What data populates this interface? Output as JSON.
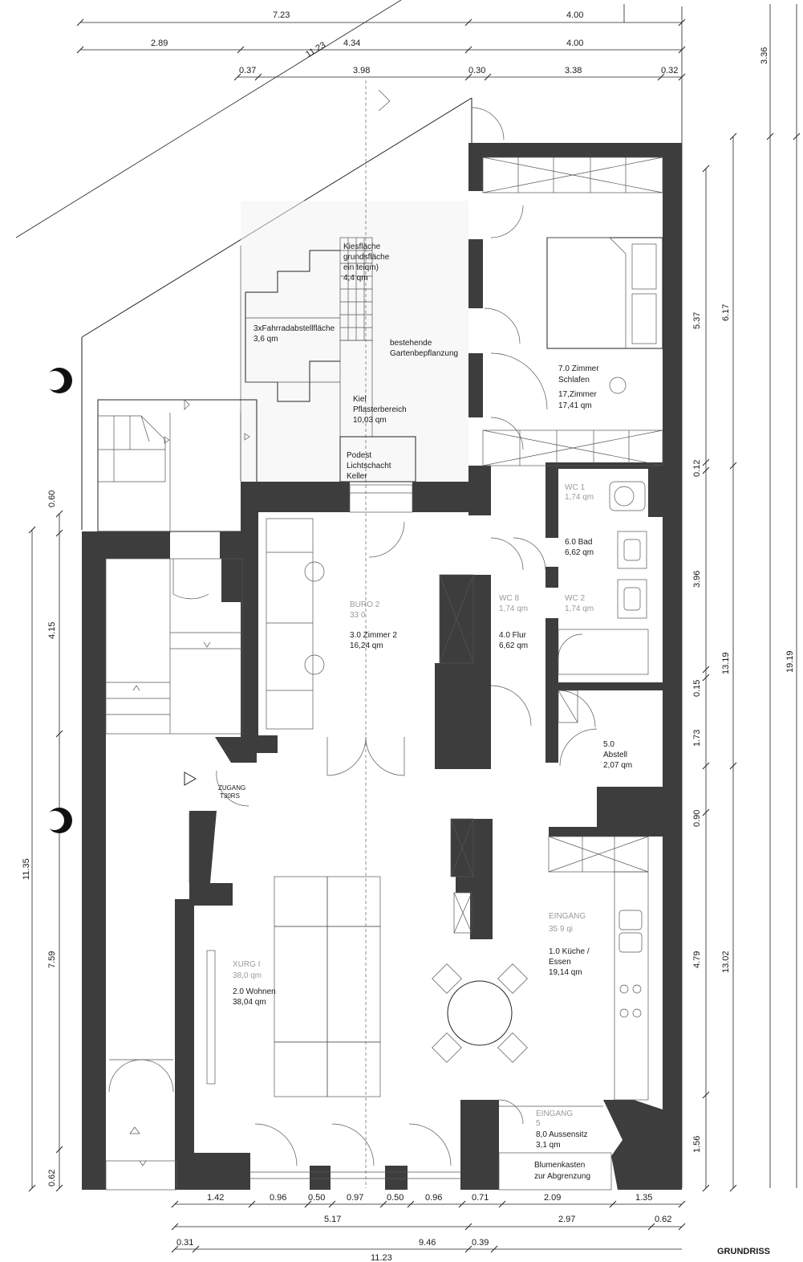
{
  "drawing": {
    "title": "GRUNDRISS"
  },
  "rooms": {
    "schlafen": {
      "name": "7.0 Zimmer Schlafen",
      "line1": "7.0 Zimmer",
      "line2": "Schlafen",
      "line3": "17,Zimmer",
      "area": "17,41 qm"
    },
    "wc1": {
      "name": "WC 1",
      "area": "1,74 qm"
    },
    "bad": {
      "name": "6.0 Bad",
      "area": "6,62 qm"
    },
    "wc2": {
      "name": "WC 2",
      "area": "1,74 qm"
    },
    "wc_ghost": {
      "name": "WC 8",
      "area": "1,74 qm"
    },
    "flur": {
      "name": "4.0 Flur",
      "area": "6,62 qm"
    },
    "zimmer2": {
      "name": "3.0 Zimmer 2",
      "area": "16,24 qm",
      "ghost_name": "BURO 2",
      "ghost_area": "33 0"
    },
    "abstell": {
      "name": "5.0 Abstell",
      "line1": "5.0",
      "line2": "Abstell",
      "area": "2,07 qm"
    },
    "kueche": {
      "line1": "1.0 Küche /",
      "line2": "Essen",
      "area": "19,14 qm",
      "ghost_name": "EINGANG",
      "ghost_area": "35 9 qi"
    },
    "wohnen": {
      "name": "2.0 Wohnen",
      "area": "38,04 qm",
      "ghost_name": "XURG I",
      "ghost_area": "38,0 qm"
    },
    "aussensitz": {
      "name": "8,0 Aussensitz",
      "area": "3,1 qm",
      "ghost_name": "EINGANG",
      "ghost_sub": "5"
    },
    "blumenkasten": {
      "line1": "Blumenkasten",
      "line2": "zur Abgrenzung"
    },
    "fahrrad": {
      "line1": "3xFahrradabstellfläche",
      "area": "3,6 qm"
    },
    "garten": {
      "line1": "bestehende",
      "line2": "Gartenbepflanzung"
    },
    "kies": {
      "line1": "Kiel",
      "line2": "Pflasterbereich",
      "area": "10,03 qm"
    },
    "podest": {
      "line1": "Podest",
      "line2": "Lichtschacht",
      "line3": "Keller"
    },
    "stellfeld": {
      "line1": "Kiesfläche",
      "line2": "grundsfläche",
      "line3": "ein teiqm)",
      "line4": "4,4 qm"
    },
    "zugang": {
      "line1": "ZUGANG",
      "line2": "T30RS"
    }
  },
  "dimensions": {
    "top_row1": [
      "7.23",
      "4.00"
    ],
    "top_row2": [
      "2.89",
      "4.34",
      "4.00"
    ],
    "diagonal": "11.23",
    "top_row3": [
      "0.37",
      "3.98",
      "0.30",
      "3.38",
      "0.32"
    ],
    "right_col1": [
      "5.37",
      "0.12",
      "3.96",
      "0.15",
      "1.73",
      "0.90",
      "4.79",
      "1.56"
    ],
    "right_col2": [
      "6.17",
      "13.19",
      "13.02"
    ],
    "right_col3": [
      "3.36",
      "19.19"
    ],
    "left_col1": [
      "0.60",
      "4.15",
      "7.59",
      "0.62"
    ],
    "left_col2": [
      "11.35"
    ],
    "bottom_row1": [
      "1.42",
      "0.96",
      "0.50",
      "0.97",
      "0.50",
      "0.96",
      "0.71",
      "2.09",
      "1.35"
    ],
    "bottom_row2": [
      "5.17",
      "2.97",
      "0.62"
    ],
    "bottom_row3": [
      "0.31",
      "9.46",
      "0.39"
    ],
    "bottom_total": "11.23"
  },
  "symbols": {
    "north_marker": "section-marker-icon",
    "entry_arrow": "entry-arrow-icon"
  }
}
